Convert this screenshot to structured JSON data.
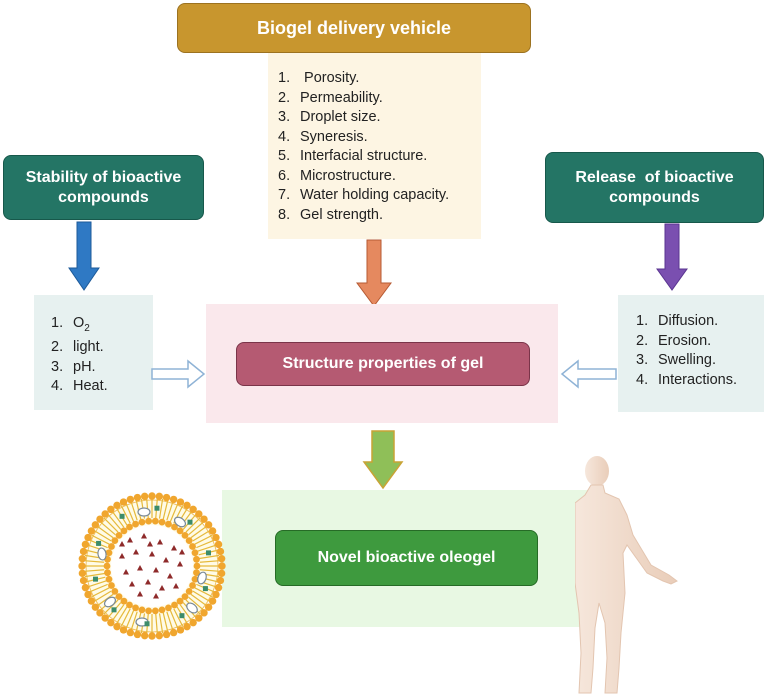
{
  "top": {
    "title": "Biogel delivery vehicle",
    "items": [
      "Porosity.",
      "Permeability.",
      "Droplet size.",
      "Syneresis.",
      "Interfacial structure.",
      "Microstructure.",
      "Water holding capacity.",
      "Gel strength."
    ]
  },
  "left": {
    "title_line1": "Stability of bioactive",
    "title_line2": "compounds",
    "items": [
      {
        "num": "1.",
        "text": "O",
        "sub": "2"
      },
      {
        "num": "2.",
        "text": "light."
      },
      {
        "num": "3.",
        "text": "pH."
      },
      {
        "num": "4.",
        "text": "Heat."
      }
    ]
  },
  "right": {
    "title_line1": "Release  of bioactive",
    "title_line2": "compounds",
    "items": [
      {
        "num": "1.",
        "text": "Diffusion."
      },
      {
        "num": "2.",
        "text": "Erosion."
      },
      {
        "num": "3.",
        "text": "Swelling."
      },
      {
        "num": "4.",
        "text": "Interactions."
      }
    ]
  },
  "center": {
    "label": "Structure properties of gel"
  },
  "bottom": {
    "label": "Novel bioactive oleogel"
  },
  "colors": {
    "top_header": "#c8962e",
    "teal_header": "#247565",
    "center_box": "#b55a72",
    "bottom_box": "#3e9a3e",
    "arrow_orange": "#e5895f",
    "arrow_blue": "#2f79c4",
    "arrow_purple": "#7a4fb0",
    "arrow_green": "#8fbf58"
  }
}
